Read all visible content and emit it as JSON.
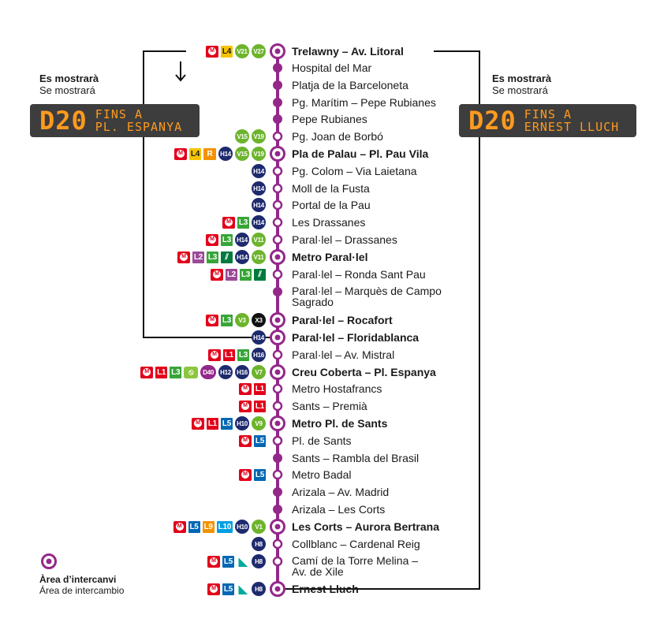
{
  "stops": [
    {
      "name": "Trelawny – Av. Litoral",
      "bold": true,
      "hub": true,
      "badges": [
        "metro",
        "L4",
        "V21",
        "V27"
      ]
    },
    {
      "name": "Hospital del Mar",
      "bold": false,
      "hub": false,
      "badges": []
    },
    {
      "name": "Platja de la Barceloneta",
      "bold": false,
      "hub": false,
      "badges": []
    },
    {
      "name": "Pg. Marítim – Pepe Rubianes",
      "bold": false,
      "hub": false,
      "badges": []
    },
    {
      "name": "Pepe Rubianes",
      "bold": false,
      "hub": false,
      "badges": []
    },
    {
      "name": "Pg. Joan de Borbó",
      "bold": false,
      "hub": false,
      "badges": [
        "V15",
        "V19"
      ]
    },
    {
      "name": "Pla de Palau – Pl. Pau Vila",
      "bold": true,
      "hub": true,
      "badges": [
        "metro",
        "L4",
        "R",
        "H14",
        "V15",
        "V19"
      ]
    },
    {
      "name": "Pg. Colom – Via Laietana",
      "bold": false,
      "hub": false,
      "badges": [
        "H14"
      ]
    },
    {
      "name": "Moll de la Fusta",
      "bold": false,
      "hub": false,
      "badges": [
        "H14"
      ]
    },
    {
      "name": "Portal de la Pau",
      "bold": false,
      "hub": false,
      "badges": [
        "H14"
      ]
    },
    {
      "name": "Les Drassanes",
      "bold": false,
      "hub": false,
      "badges": [
        "metro",
        "L3",
        "H14"
      ]
    },
    {
      "name": "Paral·lel  – Drassanes",
      "bold": false,
      "hub": false,
      "badges": [
        "metro",
        "L3",
        "H14",
        "V11"
      ]
    },
    {
      "name": "Metro Paral·lel",
      "bold": true,
      "hub": true,
      "badges": [
        "metro",
        "L2",
        "L3",
        "funi",
        "H14",
        "V11"
      ]
    },
    {
      "name": "Paral·lel – Ronda Sant Pau",
      "bold": false,
      "hub": false,
      "badges": [
        "metro",
        "L2",
        "L3",
        "funi"
      ]
    },
    {
      "name": "Paral·lel – Marquès de Campo",
      "name2": "Sagrado",
      "bold": false,
      "hub": false,
      "badges": []
    },
    {
      "name": "Paral·lel – Rocafort",
      "bold": true,
      "hub": true,
      "badges": [
        "metro",
        "L3",
        "V3",
        "X3"
      ]
    },
    {
      "name": "Paral·lel – Floridablanca",
      "bold": true,
      "hub": true,
      "badges": [
        "H14"
      ]
    },
    {
      "name": "Paral·lel – Av. Mistral",
      "bold": false,
      "hub": false,
      "badges": [
        "metro",
        "L1",
        "L3",
        "H16"
      ]
    },
    {
      "name": "Creu Coberta – Pl. Espanya",
      "bold": true,
      "hub": true,
      "badges": [
        "metro",
        "L1",
        "L3",
        "fgc",
        "D40",
        "H12",
        "H16",
        "V7"
      ]
    },
    {
      "name": "Metro Hostafrancs",
      "bold": false,
      "hub": false,
      "badges": [
        "metro",
        "L1"
      ]
    },
    {
      "name": "Sants – Premià",
      "bold": false,
      "hub": false,
      "badges": [
        "metro",
        "L1"
      ]
    },
    {
      "name": "Metro Pl. de Sants",
      "bold": true,
      "hub": true,
      "badges": [
        "metro",
        "L1",
        "L5",
        "H10",
        "V9"
      ]
    },
    {
      "name": "Pl. de Sants",
      "bold": false,
      "hub": false,
      "badges": [
        "metro",
        "L5"
      ]
    },
    {
      "name": "Sants – Rambla del Brasil",
      "bold": false,
      "hub": false,
      "badges": []
    },
    {
      "name": "Metro Badal",
      "bold": false,
      "hub": false,
      "badges": [
        "metro",
        "L5"
      ]
    },
    {
      "name": "Arizala – Av. Madrid",
      "bold": false,
      "hub": false,
      "badges": []
    },
    {
      "name": "Arizala – Les Corts",
      "bold": false,
      "hub": false,
      "badges": []
    },
    {
      "name": "Les Corts – Aurora Bertrana",
      "bold": true,
      "hub": true,
      "badges": [
        "metro",
        "L5",
        "L9",
        "L10",
        "H10",
        "V1"
      ]
    },
    {
      "name": "Collblanc – Cardenal Reig",
      "bold": false,
      "hub": false,
      "badges": [
        "H8"
      ]
    },
    {
      "name": "Camí de la Torre Melina –",
      "name2": "Av. de Xile",
      "bold": false,
      "hub": false,
      "badges": [
        "metro",
        "L5",
        "tram",
        "H8"
      ]
    },
    {
      "name": "Ernest Lluch",
      "bold": true,
      "hub": true,
      "badges": [
        "metro",
        "L5",
        "tram",
        "H8"
      ]
    }
  ],
  "left_sign": {
    "caption_ca": "Es mostrarà",
    "caption_es": "Se mostrará",
    "line": "D20",
    "dest1": "FINS A",
    "dest2": "PL. ESPANYA"
  },
  "right_sign": {
    "caption_ca": "Es mostrarà",
    "caption_es": "Se mostrará",
    "line": "D20",
    "dest1": "FINS A",
    "dest2": "ERNEST LLUCH"
  },
  "legend": {
    "title_ca": "Àrea d’intercanvi",
    "title_es": "Área de intercambio"
  },
  "colors": {
    "route": "#93288a",
    "metro": "#e2001a",
    "L1": "#e2001a",
    "L2": "#9b4a97",
    "L3": "#37a537",
    "L4": "#f5c400",
    "L5": "#0067b3",
    "L9": "#f39200",
    "L10": "#009fe3",
    "H": "#1d2a6e",
    "V": "#6cb42c",
    "D": "#93288a",
    "R": "#f39200",
    "funi": "#007a3d",
    "fgc": "#8dc63f",
    "tram": "#00a99d"
  }
}
